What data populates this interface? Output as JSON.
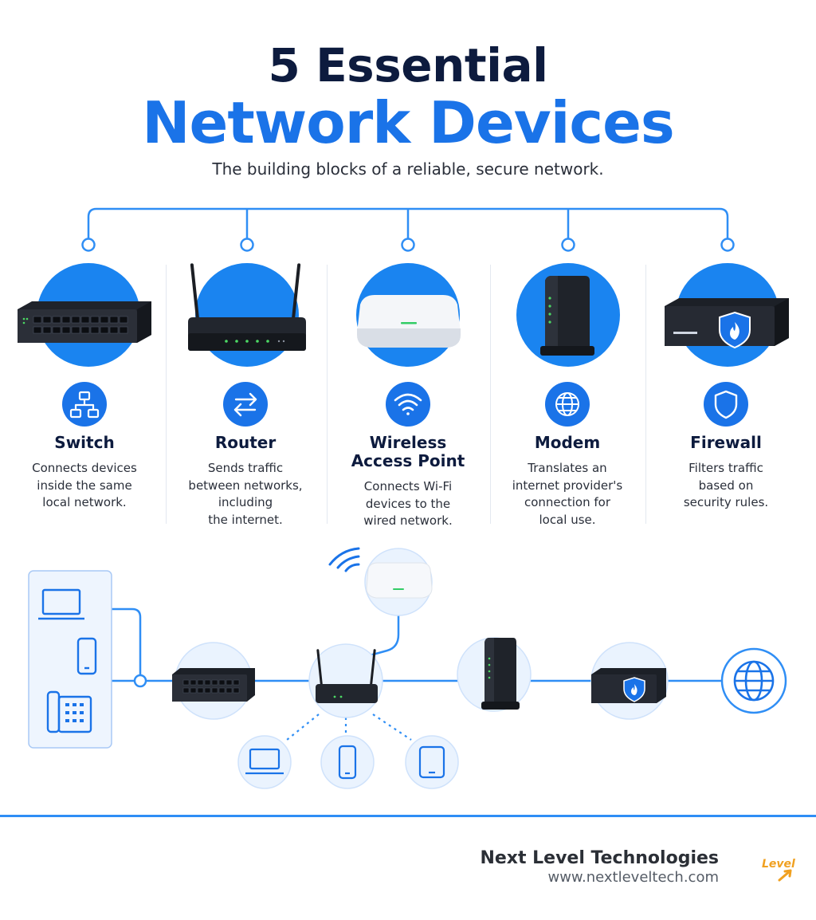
{
  "header": {
    "title_line1": "5 Essential",
    "title_line2": "Network Devices",
    "subtitle": "The building blocks of a reliable, secure network."
  },
  "devices": [
    {
      "name": "Switch",
      "description_lines": [
        "Connects devices",
        "inside the same",
        "local network."
      ],
      "icon": "network-icon"
    },
    {
      "name": "Router",
      "description_lines": [
        "Sends traffic",
        "between networks,",
        "including",
        "the internet."
      ],
      "icon": "arrows-exchange-icon"
    },
    {
      "name_lines": [
        "Wireless",
        "Access Point"
      ],
      "description_lines": [
        "Connects Wi-Fi",
        "devices to the",
        "wired network."
      ],
      "icon": "wifi-icon"
    },
    {
      "name": "Modem",
      "description_lines": [
        "Translates an",
        "internet provider's",
        "connection for",
        "local use."
      ],
      "icon": "globe-icon"
    },
    {
      "name": "Firewall",
      "description_lines": [
        "Filters traffic",
        "based on",
        "security rules."
      ],
      "icon": "shield-icon"
    }
  ],
  "footer": {
    "company": "Next Level Technologies",
    "url": "www.nextleveltech.com",
    "logo_text": "Level"
  },
  "colors": {
    "primary_blue": "#1a73e8",
    "navy": "#0d1b3e",
    "light_circle": "#e9f2fd",
    "line_blue": "#2f8ef5"
  }
}
